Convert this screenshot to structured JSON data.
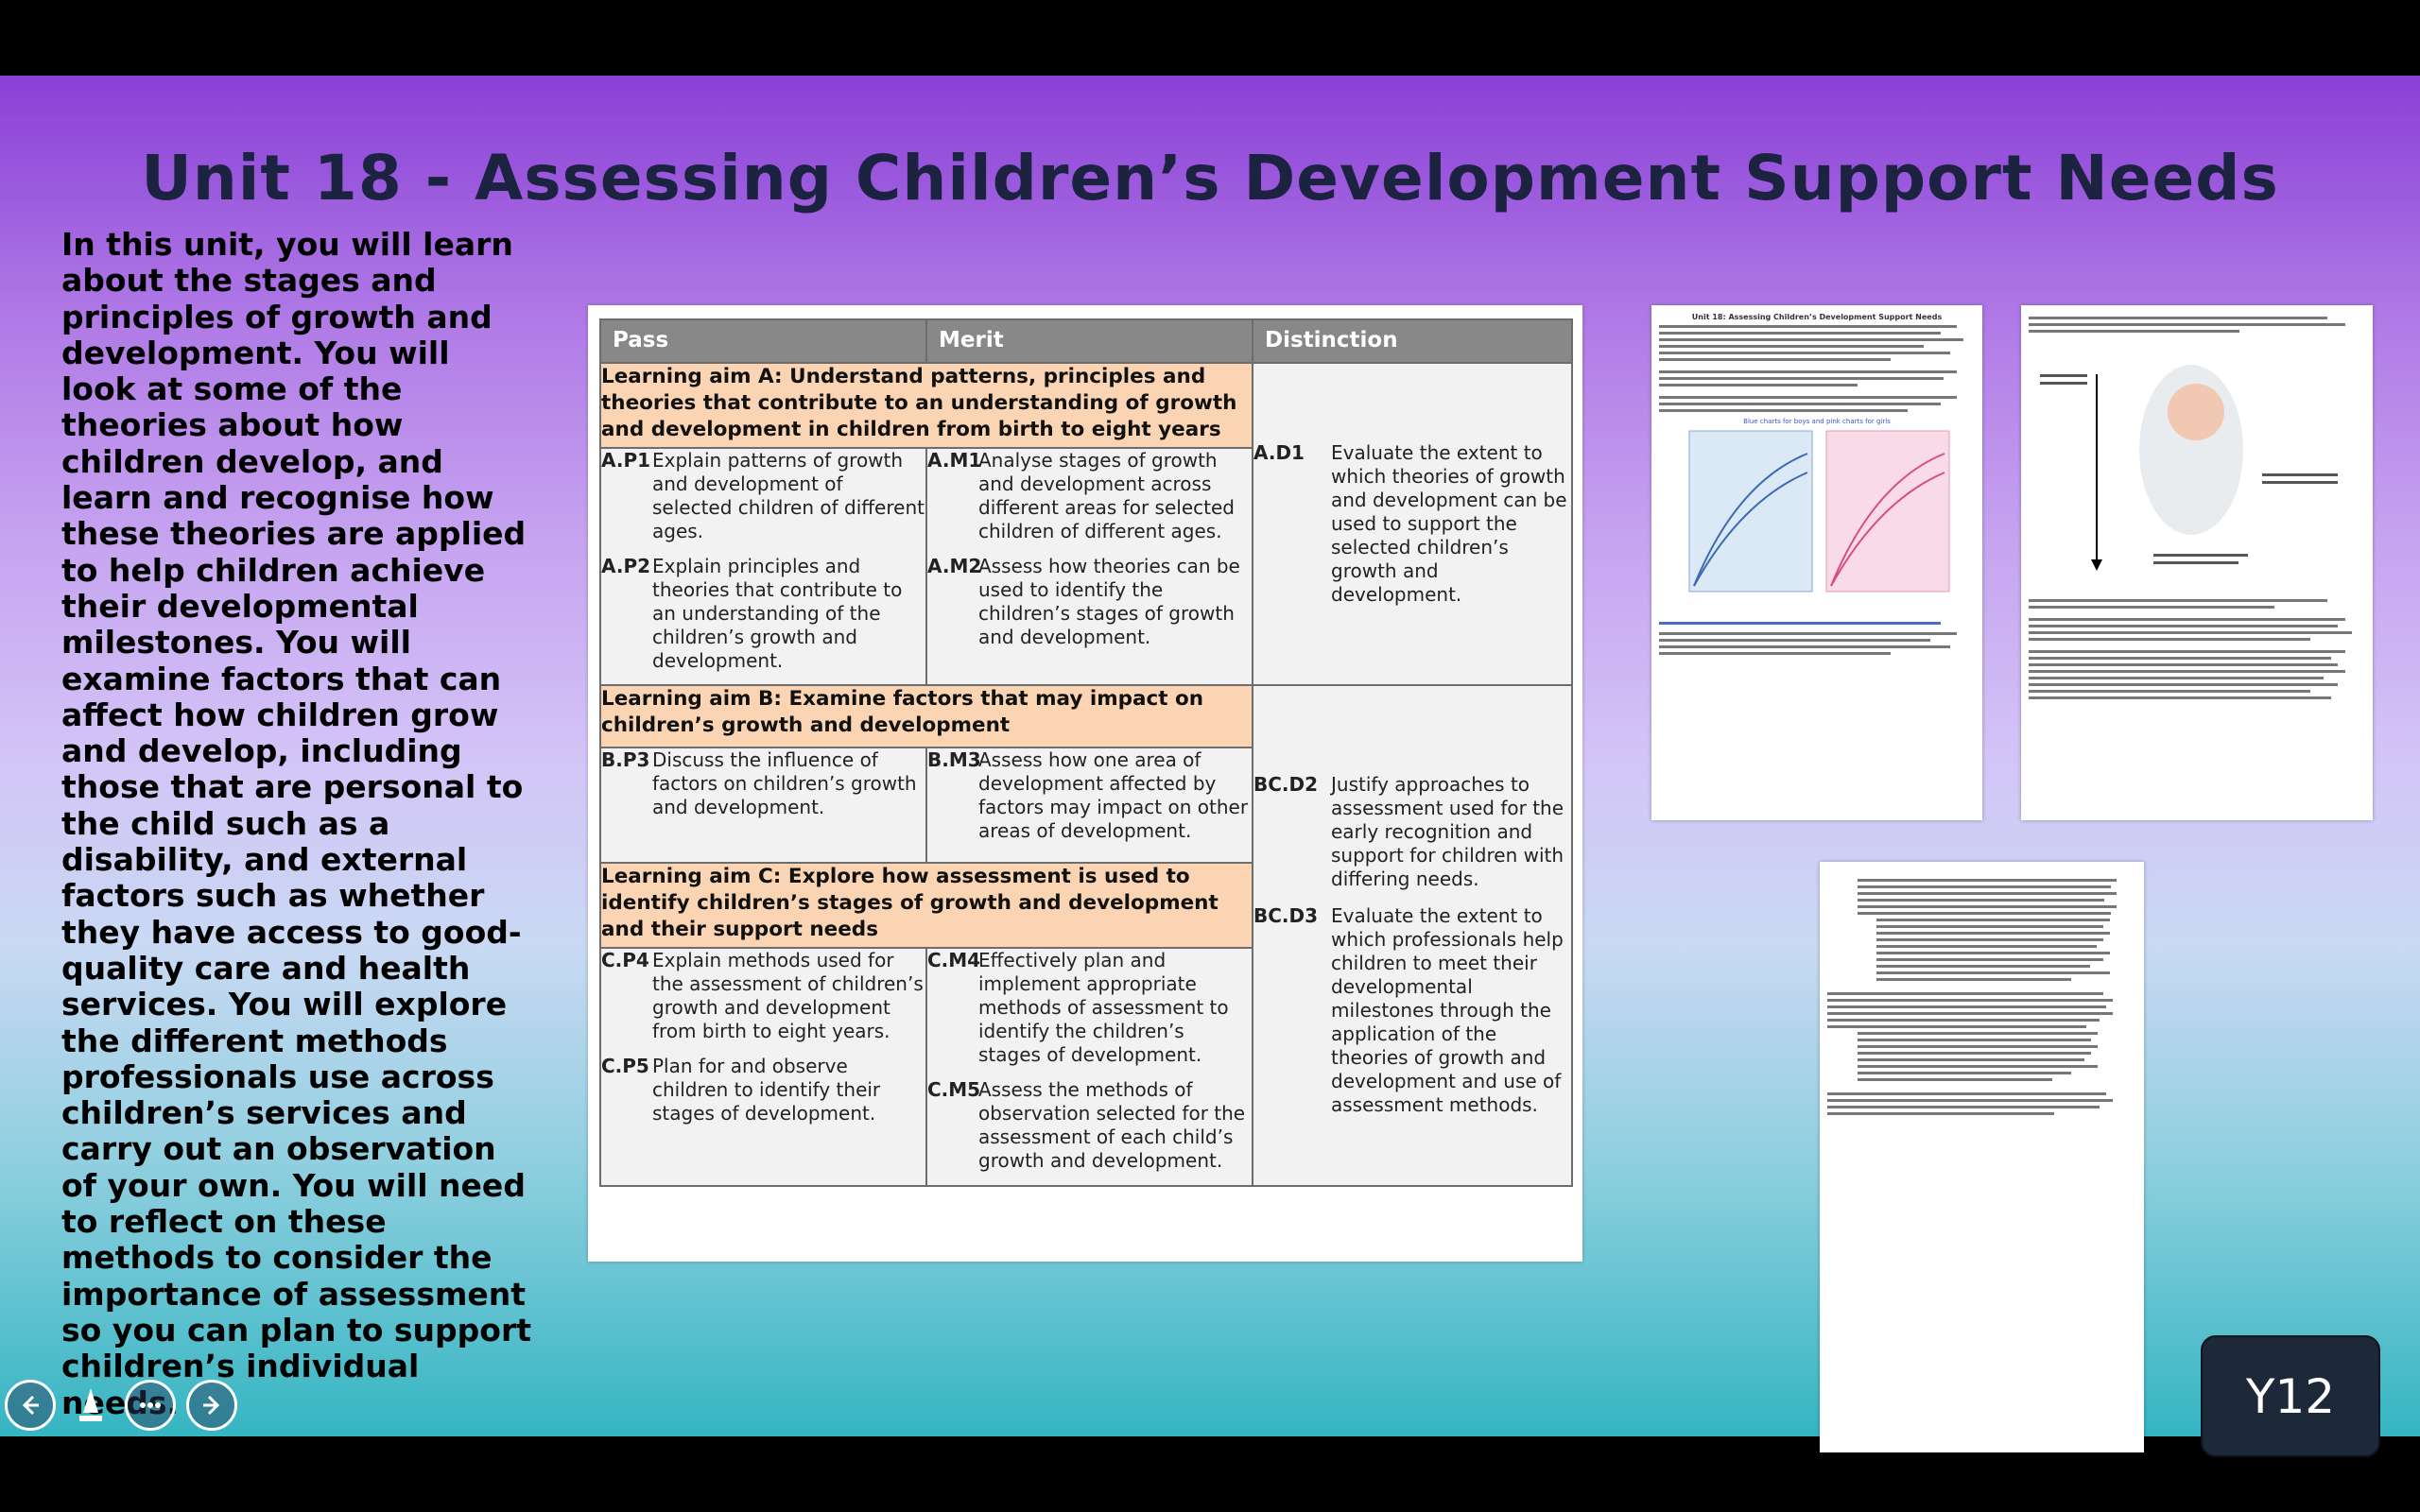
{
  "slide": {
    "title": "Unit 18 - Assessing Children’s Development Support Needs",
    "intro": "In this unit, you will learn about the stages and principles of growth and development. You will look at some of the theories about how children develop, and learn and recognise how these theories are applied to help children achieve their developmental milestones. You will examine factors that can affect how children grow and develop, including those that are personal to the child such as a disability, and external factors such as whether they have access to good-quality care and health services. You will explore the different methods professionals use across children’s services and carry out an observation of your own. You will need to reflect on these methods to consider the importance of assessment so you can plan to support children’s individual needs.",
    "badge": "Y12"
  },
  "table": {
    "headers": [
      "Pass",
      "Merit",
      "Distinction"
    ],
    "aim_a": "Learning aim A: Understand patterns, principles and theories that contribute to an understanding of growth and development in children from birth to eight years",
    "aim_b": "Learning aim B: Examine factors that may impact on children’s growth and development",
    "aim_c": "Learning aim C: Explore how assessment is used to identify children’s stages of growth and development and their support needs",
    "A_P1": {
      "code": "A.P1",
      "text": "Explain patterns of growth and development of selected children of different ages."
    },
    "A_P2": {
      "code": "A.P2",
      "text": "Explain principles and theories that contribute to an understanding of the children’s growth and development."
    },
    "A_M1": {
      "code": "A.M1",
      "text": "Analyse stages of growth and development across different areas for selected children of different ages."
    },
    "A_M2": {
      "code": "A.M2",
      "text": "Assess how theories can be used to identify the children’s stages of growth and development."
    },
    "A_D1": {
      "code": "A.D1",
      "text": "Evaluate the extent to which theories of growth and development can be used to support the selected children’s growth and development."
    },
    "B_P3": {
      "code": "B.P3",
      "text": "Discuss the influence of factors on children’s growth and development."
    },
    "B_M3": {
      "code": "B.M3",
      "text": "Assess how one area of development affected by factors may impact on other areas of development."
    },
    "BC_D2": {
      "code": "BC.D2",
      "text": "Justify approaches to assessment used for the early recognition and support for children with differing needs."
    },
    "BC_D3": {
      "code": "BC.D3",
      "text": "Evaluate the extent to which professionals help children to meet their developmental milestones through the application of the theories of growth and development and use of assessment methods."
    },
    "C_P4": {
      "code": "C.P4",
      "text": "Explain methods used for the assessment of children’s growth and development from birth to eight years."
    },
    "C_P5": {
      "code": "C.P5",
      "text": "Plan for and observe children to identify their stages of development."
    },
    "C_M4": {
      "code": "C.M4",
      "text": "Effectively plan and implement appropriate methods of assessment to identify the children’s stages of development."
    },
    "C_M5": {
      "code": "C.M5",
      "text": "Assess the methods of observation selected for the assessment of each child’s growth and development."
    }
  },
  "docs": {
    "doc1_title": "Unit 18: Assessing Children’s Development Support Needs",
    "doc1_caption": "Blue charts for boys and pink charts for girls"
  },
  "nav": {
    "back_icon": "arrow-left-icon",
    "pen_icon": "pen-icon",
    "more_icon": "more-icon",
    "next_icon": "arrow-right-icon"
  }
}
